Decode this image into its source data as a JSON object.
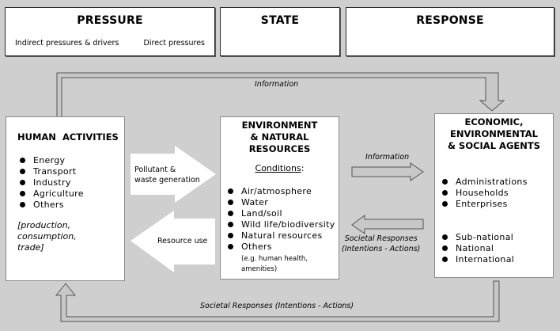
{
  "header": {
    "pressure": {
      "title": "PRESSURE",
      "left_sub": "Indirect pressures & drivers",
      "right_sub": "Direct pressures"
    },
    "state": {
      "title": "STATE"
    },
    "response": {
      "title": "RESPONSE"
    }
  },
  "human_activities": {
    "title": "HUMAN  ACTIVITIES",
    "items": [
      "Energy",
      "Transport",
      "Industry",
      "Agriculture",
      "Others"
    ],
    "note_lines": [
      "[production,",
      "consumption,",
      "trade]"
    ]
  },
  "environment": {
    "title_lines": [
      "ENVIRONMENT",
      "& NATURAL",
      "RESOURCES"
    ],
    "conditions_label": "Conditions",
    "conditions_colon": ":",
    "items": [
      "Air/atmosphere",
      "Water",
      "Land/soil",
      "Wild life/biodiversity",
      "Natural resources",
      "Others"
    ],
    "others_note_lines": [
      "(e.g. human health,",
      "amenities)"
    ]
  },
  "agents": {
    "title_lines": [
      "ECONOMIC,",
      "ENVIRONMENTAL",
      "& SOCIAL AGENTS"
    ],
    "group1": [
      "Administrations",
      "Households",
      "Enterprises"
    ],
    "group2": [
      "Sub-national",
      "National",
      "International"
    ]
  },
  "arrows": {
    "top_info": "Information",
    "pollutant_lines": [
      "Pollutant &",
      "waste generation"
    ],
    "resource_use": "Resource use",
    "middle_info": "Information",
    "middle_responses_lines": [
      "Societal Responses",
      "(Intentions - Actions)"
    ],
    "bottom_responses": "Societal Responses (Intentions - Actions)"
  },
  "colors": {
    "background": "#cfcfcf",
    "box_fill": "#ffffff",
    "arrow_fill": "#c8c8c8",
    "arrow_stroke": "#555555"
  }
}
